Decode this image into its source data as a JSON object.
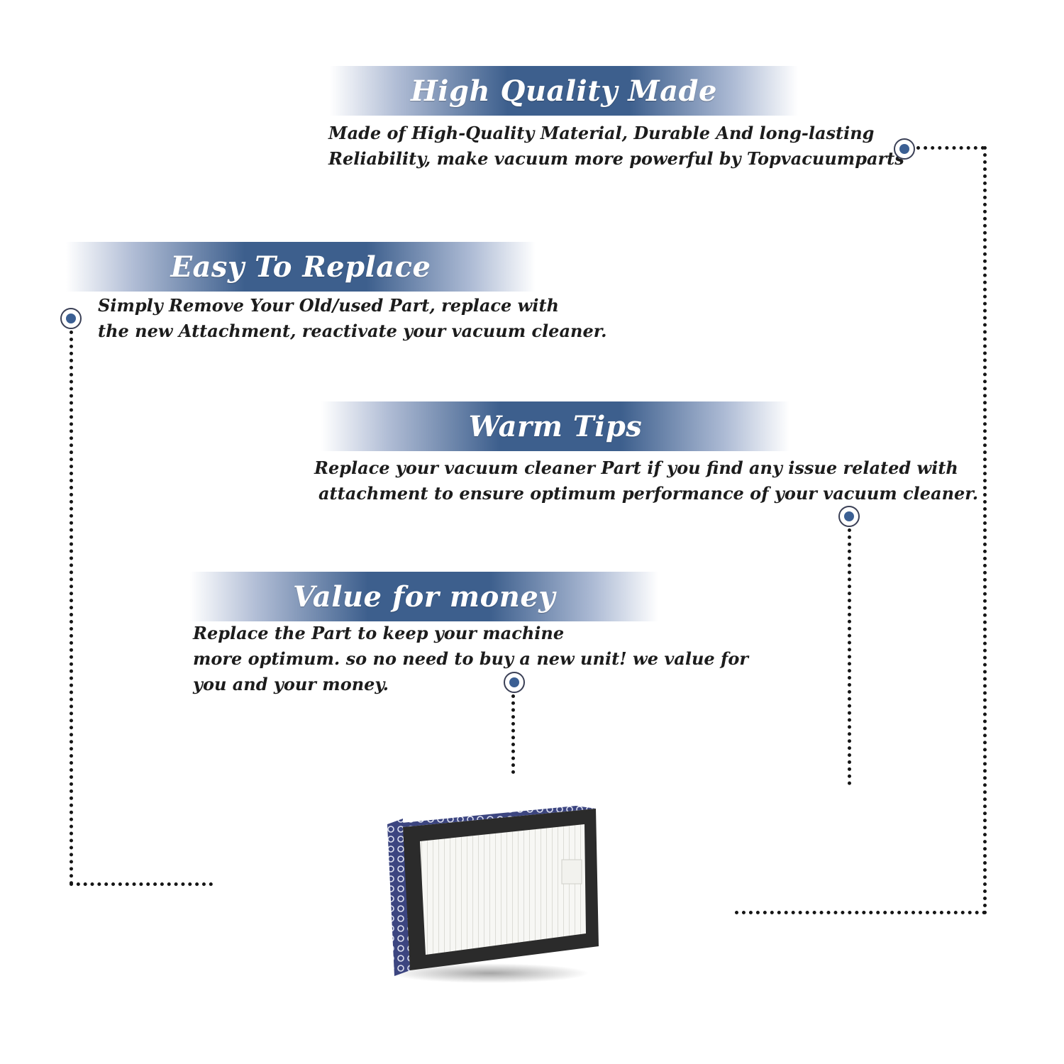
{
  "features": [
    {
      "title": "High Quality Made",
      "lines": [
        "Made of  High-Quality Material, Durable And long-lasting",
        "Reliability, make vacuum more powerful by Topvacuumparts"
      ]
    },
    {
      "title": "Easy To Replace",
      "lines": [
        "Simply Remove Your Old/used Part, replace with",
        "the new Attachment, reactivate your vacuum cleaner."
      ]
    },
    {
      "title": "Warm Tips",
      "lines": [
        "Replace your vacuum cleaner Part if you find any issue related with",
        "attachment to ensure optimum performance of your vacuum cleaner."
      ]
    },
    {
      "title": "Value for money",
      "lines": [
        "Replace the Part to keep your machine",
        "more optimum. so no need to buy a new unit! we value for",
        "you and your money."
      ]
    }
  ],
  "colors": {
    "banner_blue": "#3d5f8d",
    "marker_blue": "#3b5f93",
    "filter_frame": "#2b2b2b",
    "filter_side": "#3c4580"
  },
  "icons": {
    "marker": "bullet-target-icon",
    "product": "hepa-filter-image"
  }
}
